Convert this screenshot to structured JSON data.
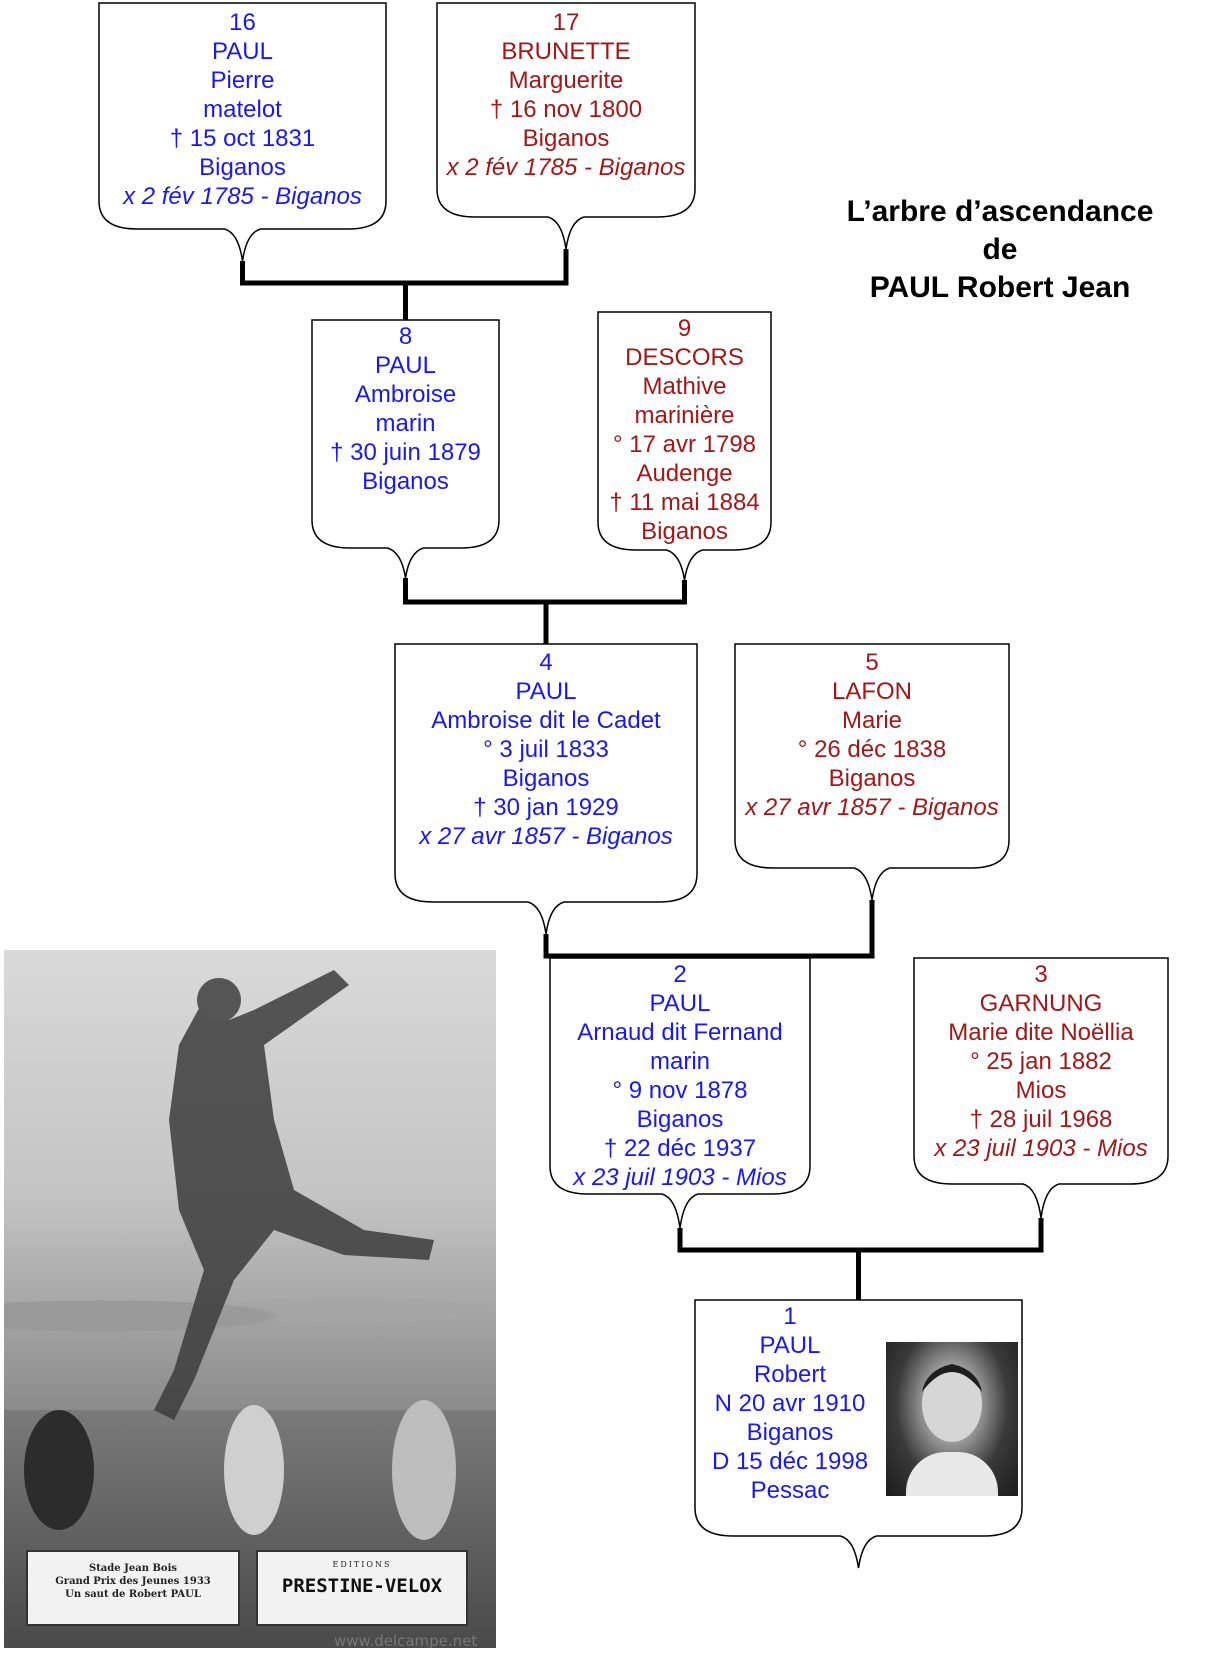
{
  "title": {
    "line1": "L’arbre d’ascendance",
    "line2": "de",
    "line3": "PAUL Robert Jean"
  },
  "colors": {
    "male": "#1a1ae6",
    "female": "#a01818",
    "lines": "#000000"
  },
  "people": {
    "p16": {
      "lines": [
        "16",
        "PAUL",
        "Pierre",
        "matelot",
        "† 15 oct 1831",
        "Biganos"
      ],
      "marriage": "x 2 fév 1785  - Biganos"
    },
    "p17": {
      "lines": [
        "17",
        "BRUNETTE",
        "Marguerite",
        "† 16 nov 1800",
        "Biganos"
      ],
      "marriage": "x 2 fév 1785  - Biganos"
    },
    "p8": {
      "lines": [
        "8",
        "PAUL",
        "Ambroise",
        "marin",
        "† 30 juin 1879",
        "Biganos"
      ]
    },
    "p9": {
      "lines": [
        "9",
        "DESCORS",
        "Mathive",
        "marinière",
        "° 17 avr 1798",
        "Audenge",
        "† 11 mai 1884",
        "Biganos"
      ]
    },
    "p4": {
      "lines": [
        "4",
        "PAUL",
        "Ambroise dit le Cadet",
        "° 3 juil 1833",
        "Biganos",
        "† 30 jan 1929"
      ],
      "marriage": "x 27 avr 1857  - Biganos"
    },
    "p5": {
      "lines": [
        "5",
        "LAFON",
        "Marie",
        "° 26 déc 1838",
        "Biganos"
      ],
      "marriage": "x 27 avr 1857  - Biganos"
    },
    "p2": {
      "lines": [
        "2",
        "PAUL",
        "Arnaud dit Fernand",
        "marin",
        "° 9 nov 1878",
        "Biganos",
        "† 22 déc 1937"
      ],
      "marriage": "x 23 juil 1903  - Mios"
    },
    "p3": {
      "lines": [
        "3",
        "GARNUNG",
        "Marie dite Noëllia",
        "° 25 jan 1882",
        "Mios",
        "† 28 juil 1968"
      ],
      "marriage": "x 23 juil 1903  - Mios"
    },
    "p1": {
      "lines": [
        "1",
        "PAUL",
        "Robert",
        "N 20 avr 1910",
        "Biganos",
        "D 15 déc 1998",
        "Pessac"
      ]
    }
  },
  "photo": {
    "caption_left": [
      "Stade Jean Bois",
      "Grand Prix des Jeunes 1933",
      "Un saut de Robert PAUL"
    ],
    "caption_right_small": "EDITIONS",
    "caption_right_big": "PRESTINE-VELOX",
    "watermark": "www.delcampe.net"
  }
}
